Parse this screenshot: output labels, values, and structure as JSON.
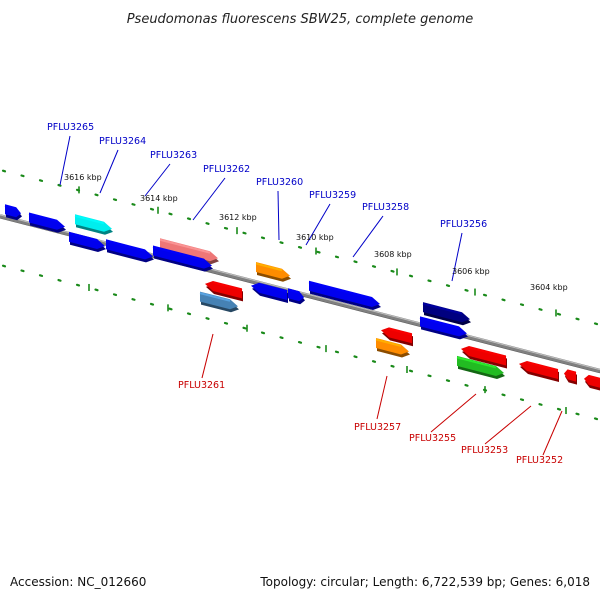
{
  "title": "Pseudomonas fluorescens SBW25, complete genome",
  "footer": {
    "accession": "Accession: NC_012660",
    "summary": "Topology: circular; Length: 6,722,539 bp; Genes: 6,018"
  },
  "colors": {
    "backbone": "#808080",
    "tick": "#1a8a1a",
    "label_top": "#0000c8",
    "label_bottom": "#c80000",
    "leader_top": "#0000c8",
    "leader_bottom": "#c80000"
  },
  "kbp_labels": [
    "3616 kbp",
    "3614 kbp",
    "3612 kbp",
    "3610 kbp",
    "3608 kbp",
    "3606 kbp",
    "3604 kbp"
  ],
  "gene_labels_top": [
    "PFLU3265",
    "PFLU3264",
    "PFLU3263",
    "PFLU3262",
    "PFLU3260",
    "PFLU3259",
    "PFLU3258",
    "PFLU3256"
  ],
  "gene_labels_bottom": [
    "PFLU3261",
    "PFLU3257",
    "PFLU3255",
    "PFLU3253",
    "PFLU3252"
  ],
  "gene_colors": {
    "blue": "#0000ee",
    "cyan": "#00eeee",
    "salmon": "#ee7777",
    "orange": "#ff8c00",
    "navy": "#000080",
    "red": "#ee0000",
    "steelblue": "#4682b4",
    "green": "#22bb22"
  }
}
